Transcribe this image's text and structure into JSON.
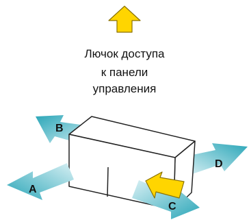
{
  "caption": {
    "line1": "Лючок доступа",
    "line2": "к панели",
    "line3": "управления"
  },
  "labels": {
    "a": "A",
    "b": "B",
    "c": "C",
    "d": "D"
  },
  "colors": {
    "access_arrow_fill": "#FFD500",
    "access_arrow_stroke": "#8A7200",
    "clearance_arrow_dark": "#2BA6B8",
    "clearance_arrow_light": "#D8F0F4",
    "box_stroke": "#222222",
    "box_fill": "#FFFFFF"
  }
}
